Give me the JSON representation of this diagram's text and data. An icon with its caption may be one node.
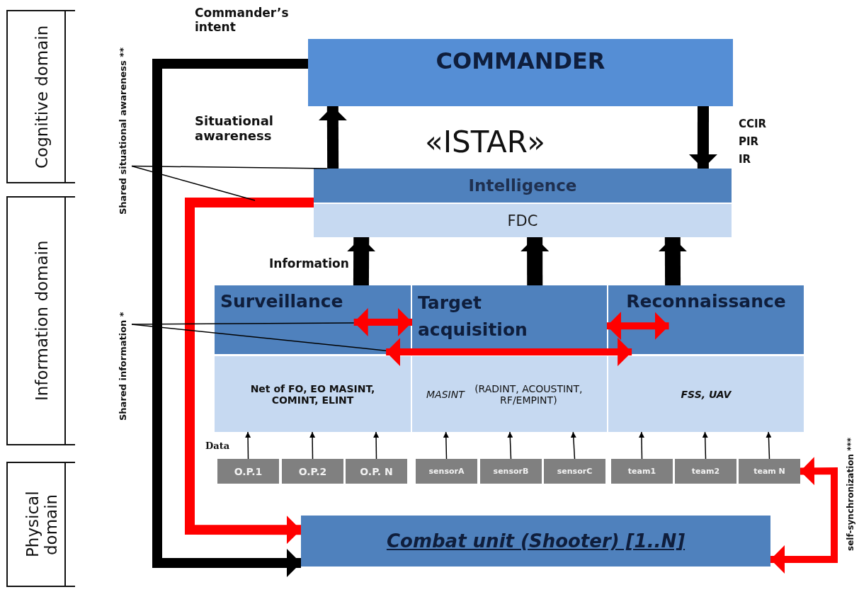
{
  "diagram": {
    "nodes": [
      {
        "text": [
          "COMMANDER"
        ]
      },
      {
        "text": [
          "Intelligence"
        ]
      },
      {
        "text": [
          "FDC"
        ]
      },
      {
        "text": [
          "Surveillance"
        ]
      },
      {
        "text": [
          "Target acquisition"
        ]
      },
      {
        "text": [
          "Reconnaissance"
        ]
      },
      {
        "text": [
          "Net of FO, EO MASINT, COMINT, ELINT"
        ]
      },
      {
        "text": [
          "*MASINT* (RADINT, ACOUSTINT, RF/EMPINT)"
        ]
      },
      {
        "text": [
          "FSS, UAV"
        ]
      },
      {
        "text": [
          "O.P.1"
        ]
      },
      {
        "text": [
          "O.P.2"
        ]
      },
      {
        "text": [
          "O.P. N"
        ]
      },
      {
        "text": [
          "sensorA"
        ]
      },
      {
        "text": [
          "sensorB"
        ]
      },
      {
        "text": [
          "sensorC"
        ]
      },
      {
        "text": [
          "team1"
        ]
      },
      {
        "text": [
          "team2"
        ]
      },
      {
        "text": [
          "team N"
        ]
      },
      {
        "text": [
          "Combat unit (Shooter) [1..N]"
        ]
      },
      {
        "text": [
          "Shared situational awareness **"
        ]
      },
      {
        "text": [
          "Shared information *"
        ]
      }
    ],
    "edges": [
      {
        "from": 0,
        "to": 18,
        "arrow": "to",
        "label": "Commander’s intent",
        "style": "thick"
      },
      {
        "from": 1,
        "to": 18,
        "arrow": "to",
        "style": "thick",
        "color": "#ff0000"
      },
      {
        "from": 1,
        "to": 0,
        "arrow": "to",
        "label": "Situational awareness",
        "style": "thick"
      },
      {
        "from": 0,
        "to": 1,
        "arrow": "to",
        "label": "CCIR PIR IR",
        "style": "thick"
      },
      {
        "from": 3,
        "to": 2,
        "arrow": "to",
        "label": "Information",
        "style": "thick"
      },
      {
        "from": 4,
        "to": 2,
        "arrow": "to",
        "style": "thick"
      },
      {
        "from": 5,
        "to": 2,
        "arrow": "to",
        "style": "thick"
      },
      {
        "from": 3,
        "to": 4,
        "arrow": "both",
        "style": "thick",
        "color": "#ff0000"
      },
      {
        "from": 3,
        "to": 5,
        "arrow": "both",
        "style": "thick",
        "color": "#ff0000"
      },
      {
        "from": 4,
        "to": 5,
        "arrow": "both",
        "style": "thick",
        "color": "#ff0000"
      },
      {
        "from": 9,
        "to": 6,
        "arrow": "to",
        "label": "Data"
      },
      {
        "from": 10,
        "to": 6,
        "arrow": "to"
      },
      {
        "from": 11,
        "to": 6,
        "arrow": "to"
      },
      {
        "from": 12,
        "to": 7,
        "arrow": "to"
      },
      {
        "from": 13,
        "to": 7,
        "arrow": "to"
      },
      {
        "from": 14,
        "to": 7,
        "arrow": "to"
      },
      {
        "from": 15,
        "to": 8,
        "arrow": "to"
      },
      {
        "from": 16,
        "to": 8,
        "arrow": "to"
      },
      {
        "from": 17,
        "to": 8,
        "arrow": "to"
      },
      {
        "from": 17,
        "to": 18,
        "arrow": "both",
        "label": "self-synchronization ***",
        "style": "thick",
        "color": "#ff0000"
      },
      {
        "from": 19,
        "to": 1,
        "arrow": "none"
      },
      {
        "from": 19,
        "to": null,
        "arrow": "none"
      },
      {
        "from": 20,
        "to": 3,
        "arrow": "none"
      },
      {
        "from": 20,
        "to": 3,
        "arrow": "none"
      }
    ],
    "labels": [
      "«ISTAR»",
      "Cognitive domain",
      "Information domain",
      "Physical domain"
    ]
  }
}
